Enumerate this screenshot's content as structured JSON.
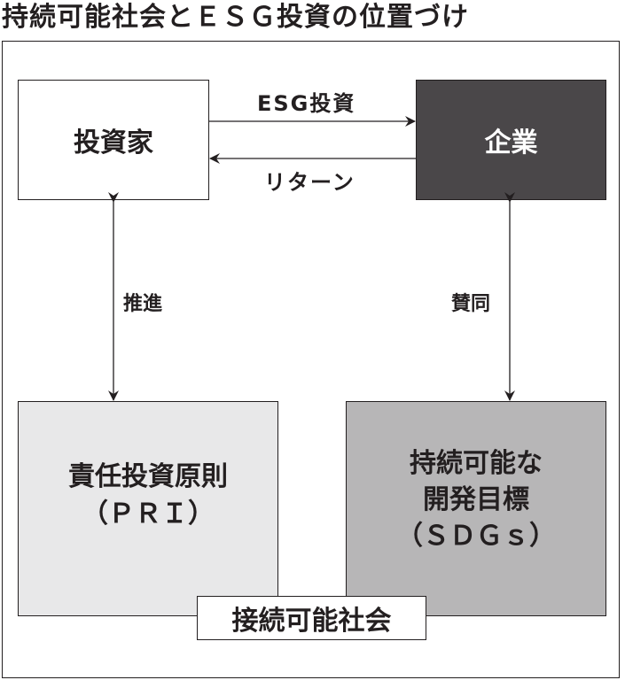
{
  "title": "持続可能社会とＥＳＧ投資の位置づけ",
  "nodes": {
    "investor": "投資家",
    "company": "企業",
    "pri": {
      "line1": "責任投資原則",
      "line2": "（ＰＲＩ）"
    },
    "sdgs": {
      "line1": "持続可能な",
      "line2": "開発目標",
      "line3": "（ＳＤＧｓ）"
    },
    "society": "接続可能社会"
  },
  "edges": {
    "esg_investment": "ESG投資",
    "return": "リターン",
    "promote": "推進",
    "endorse": "賛同"
  },
  "colors": {
    "company_fill": "#4a4749",
    "pri_fill": "#e8e8e9",
    "sdgs_fill": "#b7b6b7",
    "line": "#231f20"
  }
}
